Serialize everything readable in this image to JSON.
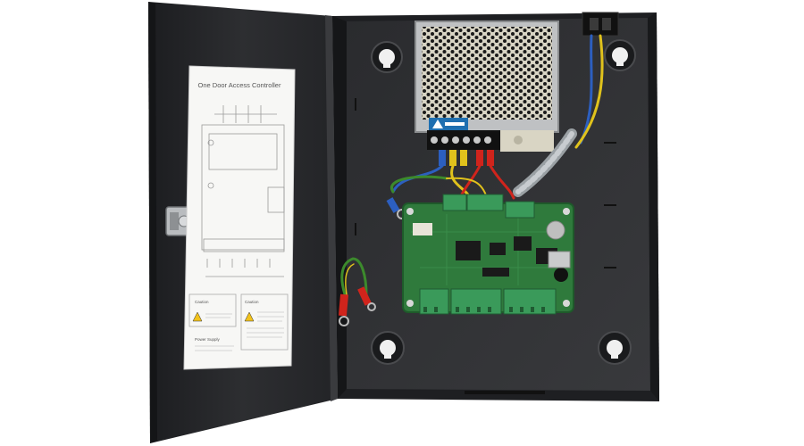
{
  "document": {
    "title": "One Door Access Controller",
    "caution_heading": "Caution",
    "caution_heading_2": "Caution",
    "power_supply_heading": "Power Supply"
  },
  "colors": {
    "background": "#ffffff",
    "enclosure": "#2c2d30",
    "door": "#2a2b2e",
    "pcb": "#2f7a3c",
    "terminal": "#3a9a5a",
    "psu_frame": "#c9cbcc",
    "wire_blue": "#2c5fc0",
    "wire_yellow": "#e0c21c",
    "wire_red": "#d0241c",
    "wire_green": "#3c8a2c",
    "paper": "#f7f7f5"
  },
  "icons": [
    "warning-triangle-icon",
    "hinge-latch-icon",
    "keyhole-mount-icon",
    "psu-brand-logo-icon"
  ]
}
